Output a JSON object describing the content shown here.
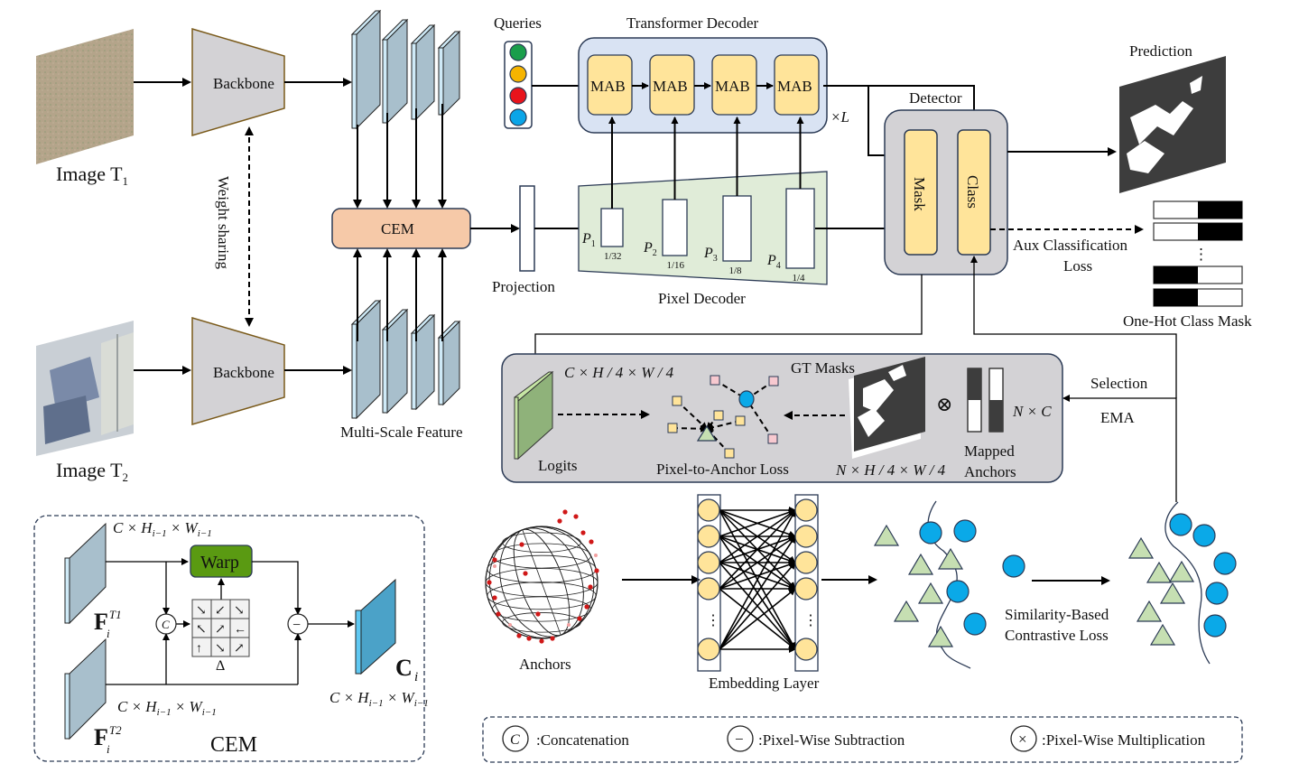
{
  "inputs": {
    "image_t1_label": "Image T",
    "image_t1_sub": "1",
    "image_t2_label": "Image T",
    "image_t2_sub": "2",
    "backbone_label": "Backbone",
    "weight_sharing_label": "Weight sharing",
    "multiscale_label": "Multi-Scale Feature"
  },
  "cem": {
    "label": "CEM",
    "projection_label": "Projection"
  },
  "queries": {
    "label": "Queries",
    "colors": [
      "#1a9e4b",
      "#f5b400",
      "#e8141c",
      "#0aa5e8"
    ]
  },
  "transformer_decoder": {
    "title": "Transformer Decoder",
    "blocks": [
      "MAB",
      "MAB",
      "MAB",
      "MAB"
    ],
    "repeat_label": "×L"
  },
  "pixel_decoder": {
    "title": "Pixel Decoder",
    "levels": [
      {
        "name": "P",
        "sub": "1",
        "scale": "1/32"
      },
      {
        "name": "P",
        "sub": "2",
        "scale": "1/16"
      },
      {
        "name": "P",
        "sub": "3",
        "scale": "1/8"
      },
      {
        "name": "P",
        "sub": "4",
        "scale": "1/4"
      }
    ]
  },
  "detector": {
    "title": "Detector",
    "mask_label": "Mask",
    "class_label": "Class"
  },
  "prediction": {
    "label": "Prediction"
  },
  "aux_loss": {
    "line1": "Aux Classification",
    "line2": "Loss"
  },
  "onehot": {
    "label": "One-Hot Class Mask",
    "ellipsis": "⋮"
  },
  "anchor_loss_panel": {
    "logits_label": "Logits",
    "logits_dims": "C × H / 4 × W / 4",
    "gt_masks_label": "GT Masks",
    "loss_label": "Pixel-to-Anchor Loss",
    "gt_dims": "N × H / 4 × W / 4",
    "mapped_line1": "Mapped",
    "mapped_line2": "Anchors",
    "nc_dims": "N × C",
    "mult_symbol": "⊗"
  },
  "selection": {
    "label": "Selection",
    "ema_label": "EMA"
  },
  "anchors": {
    "label": "Anchors"
  },
  "embedding": {
    "label": "Embedding Layer",
    "ellipsis": "⋮"
  },
  "contrastive": {
    "line1": "Similarity-Based",
    "line2": "Contrastive Loss"
  },
  "cem_detail": {
    "title": "CEM",
    "warp_label": "Warp",
    "f1_label": "F",
    "f1_sup": "T1",
    "f2_label": "F",
    "f2_sup": "T2",
    "sub_i": "i",
    "ci_label": "C",
    "dims_top": "C × H",
    "dims_sub": "i−1",
    "dims_w": " × W",
    "concat_symbol": "C",
    "minus_symbol": "−",
    "delta_symbol": "Δ",
    "arrows": [
      "↘",
      "↙",
      "↘",
      "↖",
      "↗",
      "←",
      "↑",
      "↘",
      "↗"
    ]
  },
  "legend": {
    "items": [
      {
        "symbol": "C",
        "label": ":Concatenation"
      },
      {
        "symbol": "−",
        "label": ":Pixel-Wise Subtraction"
      },
      {
        "symbol": "×",
        "label": ":Pixel-Wise Multiplication"
      }
    ]
  },
  "colors": {
    "feature_map": "#a8bfcc",
    "feature_edge": "#cfeaf7",
    "cem_fill": "#f6c9a8",
    "decoder_bg": "#d9e3f3",
    "mab_fill": "#ffe49a",
    "pixel_decoder_bg": "#e0ecd8",
    "detector_bg": "#d3d2d5",
    "warp_fill": "#5a9a12",
    "ci_fill": "#4ba2c8",
    "logits_fill": "#8fb27a",
    "triangle_fill": "#c6dfb2",
    "circle_fill": "#0aa9e8",
    "pred_dark": "#3d3d3d"
  }
}
